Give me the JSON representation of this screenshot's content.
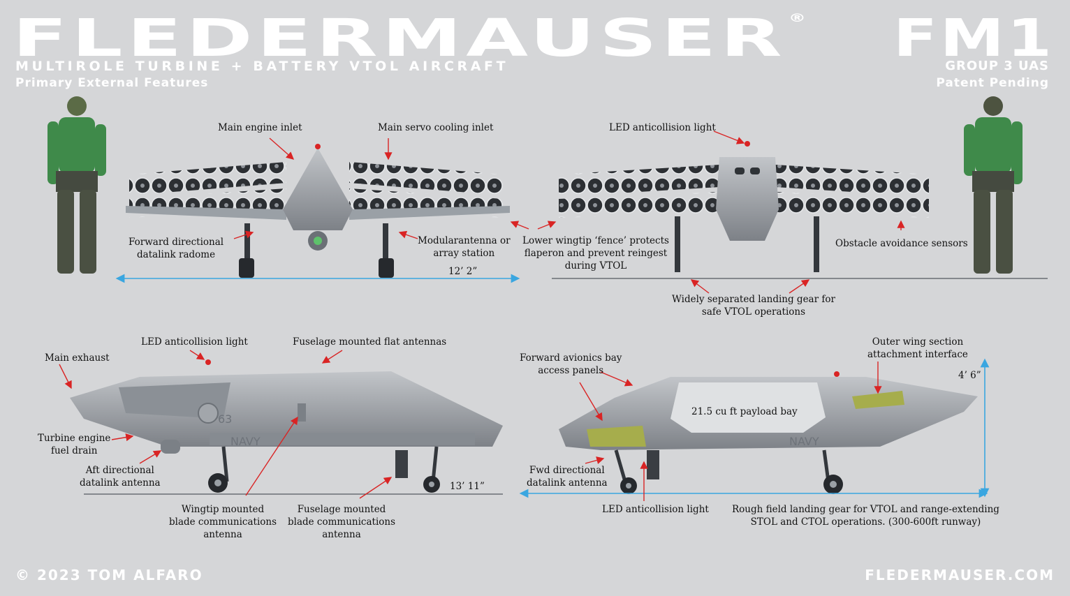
{
  "header": {
    "brand": "FLEDERMAUSER",
    "registered": "®",
    "subtitle": "MULTIROLE TURBINE + BATTERY VTOL AIRCRAFT",
    "features": "Primary External Features",
    "model": "FM1",
    "group": "GROUP 3 UAS",
    "patent": "Patent Pending"
  },
  "footer": {
    "copyright": "© 2023 TOM ALFARO",
    "website": "FLEDERMAUSER.COM"
  },
  "front_view": {
    "main_engine_inlet": "Main engine inlet",
    "main_servo_cooling_inlet": "Main servo cooling inlet",
    "fwd_radome_1": "Forward directional",
    "fwd_radome_2": "datalink radome",
    "modular_1": "Modularantenna or",
    "modular_2": "array station",
    "span": "12’ 2”"
  },
  "rear_view": {
    "led_light": "LED anticollision light",
    "wingtip_1": "Lower wingtip ‘fence’ protects",
    "wingtip_2": "flaperon and prevent reingest",
    "wingtip_3": "during VTOL",
    "obstacle": "Obstacle avoidance sensors",
    "gear_1": "Widely separated landing gear for",
    "gear_2": "safe VTOL operations"
  },
  "side_left": {
    "led_light": "LED anticollision light",
    "flat_antennas": "Fuselage mounted flat antennas",
    "main_exhaust": "Main exhaust",
    "fuel_drain_1": "Turbine engine",
    "fuel_drain_2": "fuel drain",
    "aft_antenna_1": "Aft directional",
    "aft_antenna_2": "datalink antenna",
    "wingtip_blade_1": "Wingtip mounted",
    "wingtip_blade_2": "blade communications",
    "wingtip_blade_3": "antenna",
    "fuselage_blade_1": "Fuselage mounted",
    "fuselage_blade_2": "blade communications",
    "fuselage_blade_3": "antenna",
    "length": "13’ 11”",
    "tail_number": "63",
    "navy": "NAVY"
  },
  "side_right": {
    "avionics_1": "Forward avionics bay",
    "avionics_2": "access panels",
    "outer_wing_1": "Outer wing section",
    "outer_wing_2": "attachment interface",
    "height": "4’ 6”",
    "payload": "21.5 cu ft  payload bay",
    "fwd_antenna_1": "Fwd directional",
    "fwd_antenna_2": "datalink antenna",
    "led_light": "LED anticollision light",
    "rough_field_1": "Rough field landing gear for VTOL and range-extending",
    "rough_field_2": "STOL and CTOL operations. (300-600ft runway)",
    "navy": "NAVY"
  },
  "colors": {
    "background": "#d5d6d8",
    "arrow": "#d92424",
    "dimension": "#3aa6e0",
    "uniform_green": "#3f8a4a",
    "hull": "#9fa3a8",
    "panel_green": "#a6ad4c"
  }
}
